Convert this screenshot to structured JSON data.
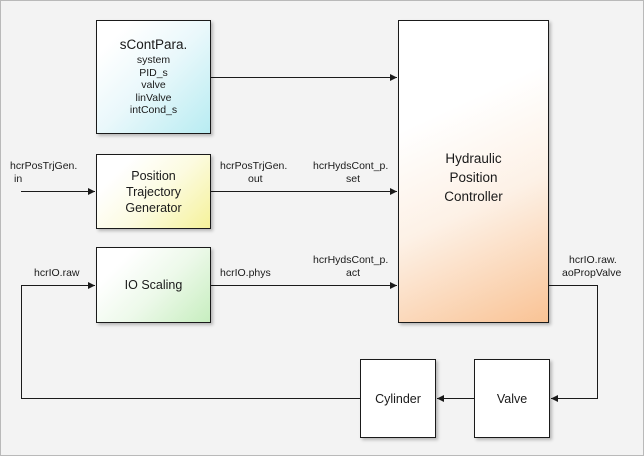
{
  "blocks": {
    "cont_para": {
      "title": "sContPara.",
      "lines": [
        "system",
        "PID_s",
        "valve",
        "linValve",
        "intCond_s"
      ]
    },
    "trajectory": {
      "lines": [
        "Position",
        "Trajectory",
        "Generator"
      ]
    },
    "io_scaling": {
      "title": "IO Scaling"
    },
    "controller": {
      "lines": [
        "Hydraulic",
        "Position",
        "Controller"
      ]
    },
    "cylinder": {
      "title": "Cylinder"
    },
    "valve": {
      "title": "Valve"
    }
  },
  "signals": {
    "pos_traj_in": [
      "hcrPosTrjGen.",
      "in"
    ],
    "pos_traj_out": [
      "hcrPosTrjGen.",
      "out"
    ],
    "cont_set": [
      "hcrHydsCont_p.",
      "set"
    ],
    "io_raw": "hcrIO.raw",
    "io_phys": "hcrIO.phys",
    "cont_act": [
      "hcrHydsCont_p.",
      "act"
    ],
    "ao_prop_valve": [
      "hcrIO.raw.",
      "aoPropValve"
    ]
  },
  "colors": {
    "cont_para_fill": "#b8ecf2",
    "trajectory_fill": "#f5f29a",
    "io_scaling_fill": "#c7eebf",
    "controller_fill": "#f9c395",
    "line": "#1a1a1a"
  }
}
